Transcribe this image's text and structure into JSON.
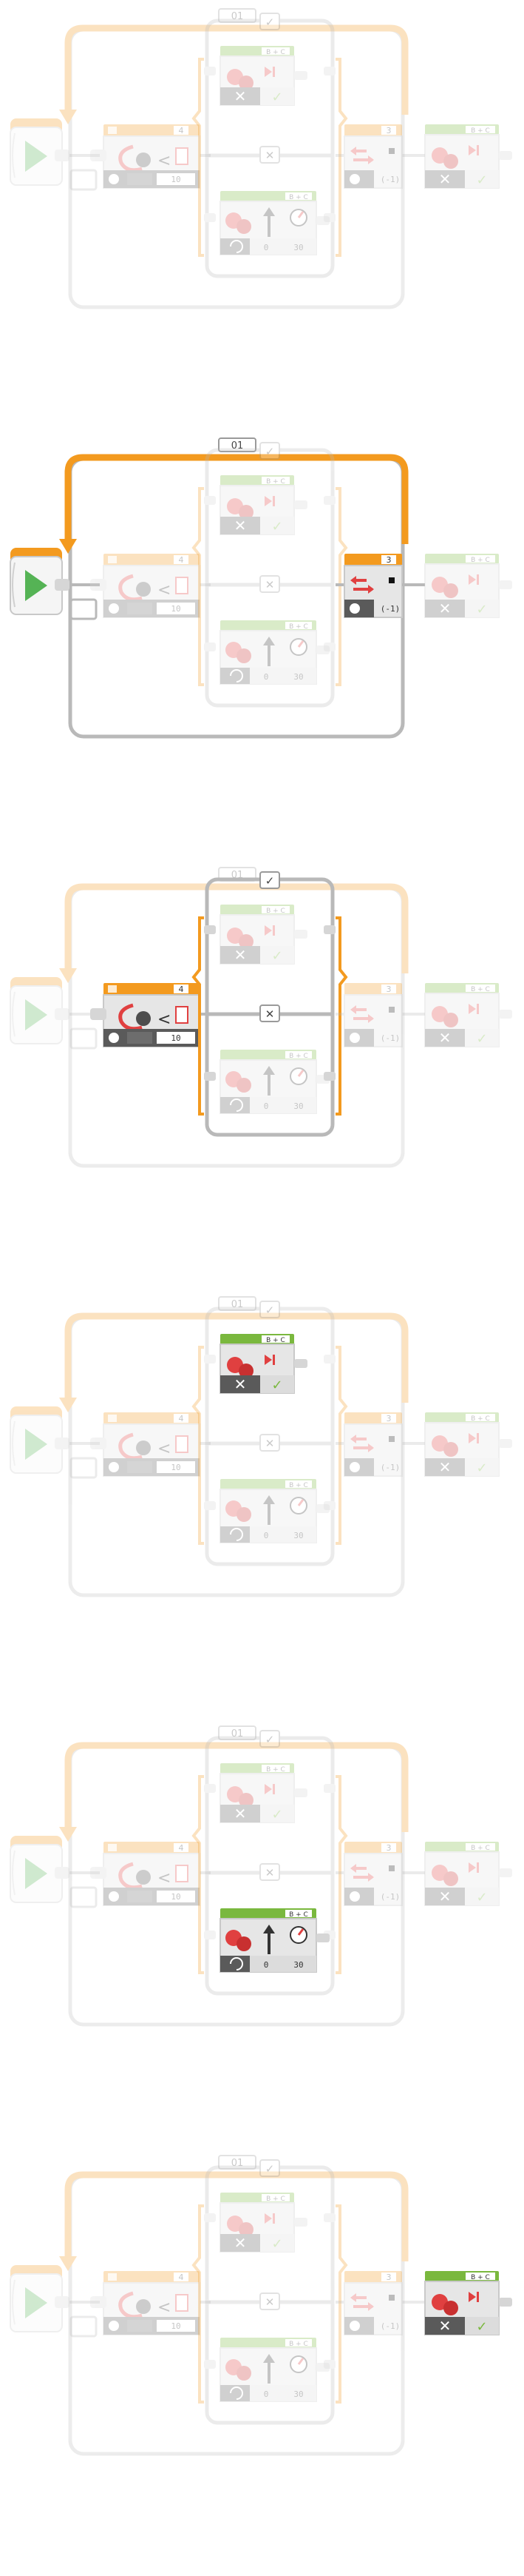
{
  "colors": {
    "orange": "#f39a1f",
    "orange_light": "#f8c77e",
    "green": "#7ab83e",
    "green_light": "#b7dd8c",
    "gray_frame": "#b9b9b9",
    "block_gray": "#dcdcdc",
    "block_dark": "#5a5a5a",
    "red": "#e04040",
    "start_green": "#55b355",
    "ghost_opacity": "0.28"
  },
  "loop": {
    "label": "01"
  },
  "switch": {
    "true_icon": "check-icon",
    "false_icon": "x-icon"
  },
  "sensor": {
    "header": "4",
    "compare_icon": "less-than-icon",
    "threshold": "10"
  },
  "loop_interrupt": {
    "header": "3",
    "icon": "loop-arrow-icon",
    "value": "(-1)"
  },
  "motor_true": {
    "header": "B + C",
    "icon": "motor-pair-icon"
  },
  "motor_false": {
    "header": "B + C",
    "icon": "steering-icon",
    "steer": "0",
    "power": "30"
  },
  "motor_after": {
    "header": "B + C",
    "icon": "motor-pair-icon"
  },
  "highlights": [
    {
      "panel": 1,
      "focus": "none"
    },
    {
      "panel": 2,
      "focus": "loop"
    },
    {
      "panel": 3,
      "focus": "switch"
    },
    {
      "panel": 4,
      "focus": "true-case"
    },
    {
      "panel": 5,
      "focus": "false-case"
    },
    {
      "panel": 6,
      "focus": "after-loop"
    }
  ]
}
